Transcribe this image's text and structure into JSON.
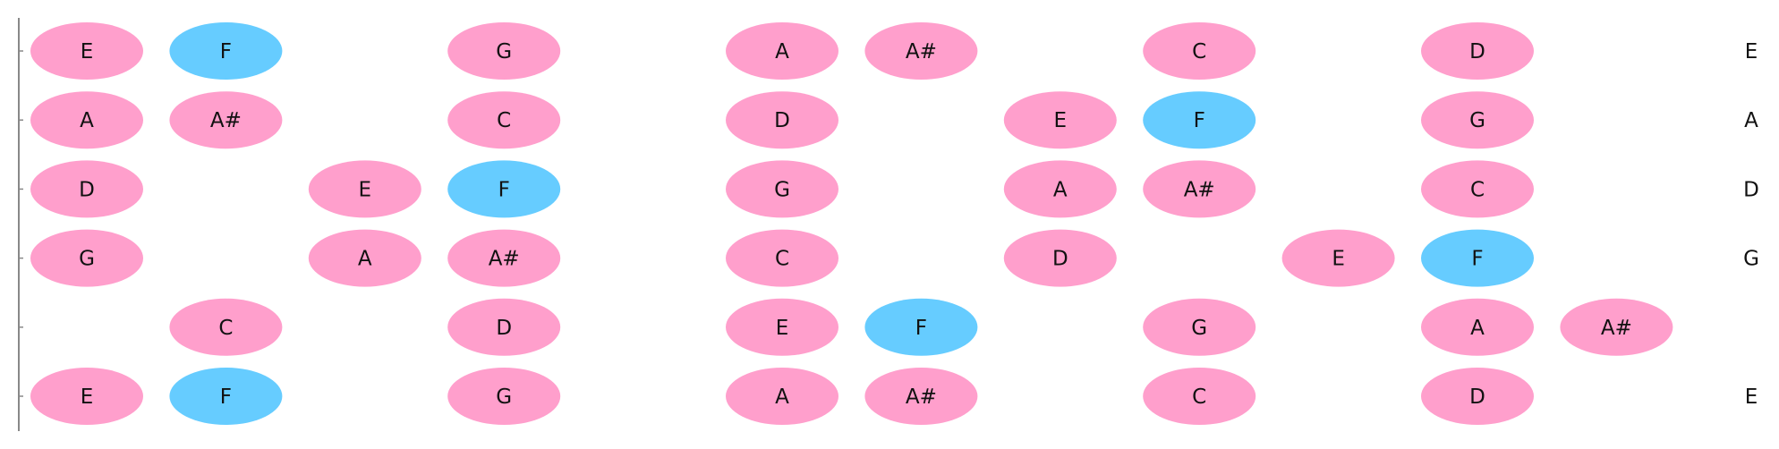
{
  "diagram": {
    "colors": {
      "note_default": "#ff9fcc",
      "note_highlight": "#66ccff",
      "nut_line": "#888888",
      "text": "#111111"
    },
    "fret_count": 12,
    "strings": [
      {
        "end_label": "E",
        "notes": [
          {
            "fret": 0,
            "label": "E",
            "highlight": false
          },
          {
            "fret": 1,
            "label": "F",
            "highlight": true
          },
          {
            "fret": 3,
            "label": "G",
            "highlight": false
          },
          {
            "fret": 5,
            "label": "A",
            "highlight": false
          },
          {
            "fret": 6,
            "label": "A#",
            "highlight": false
          },
          {
            "fret": 8,
            "label": "C",
            "highlight": false
          },
          {
            "fret": 10,
            "label": "D",
            "highlight": false
          }
        ]
      },
      {
        "end_label": "A",
        "notes": [
          {
            "fret": 0,
            "label": "A",
            "highlight": false
          },
          {
            "fret": 1,
            "label": "A#",
            "highlight": false
          },
          {
            "fret": 3,
            "label": "C",
            "highlight": false
          },
          {
            "fret": 5,
            "label": "D",
            "highlight": false
          },
          {
            "fret": 7,
            "label": "E",
            "highlight": false
          },
          {
            "fret": 8,
            "label": "F",
            "highlight": true
          },
          {
            "fret": 10,
            "label": "G",
            "highlight": false
          }
        ]
      },
      {
        "end_label": "D",
        "notes": [
          {
            "fret": 0,
            "label": "D",
            "highlight": false
          },
          {
            "fret": 2,
            "label": "E",
            "highlight": false
          },
          {
            "fret": 3,
            "label": "F",
            "highlight": true
          },
          {
            "fret": 5,
            "label": "G",
            "highlight": false
          },
          {
            "fret": 7,
            "label": "A",
            "highlight": false
          },
          {
            "fret": 8,
            "label": "A#",
            "highlight": false
          },
          {
            "fret": 10,
            "label": "C",
            "highlight": false
          }
        ]
      },
      {
        "end_label": "G",
        "notes": [
          {
            "fret": 0,
            "label": "G",
            "highlight": false
          },
          {
            "fret": 2,
            "label": "A",
            "highlight": false
          },
          {
            "fret": 3,
            "label": "A#",
            "highlight": false
          },
          {
            "fret": 5,
            "label": "C",
            "highlight": false
          },
          {
            "fret": 7,
            "label": "D",
            "highlight": false
          },
          {
            "fret": 9,
            "label": "E",
            "highlight": false
          },
          {
            "fret": 10,
            "label": "F",
            "highlight": true
          }
        ]
      },
      {
        "end_label": "",
        "notes": [
          {
            "fret": 1,
            "label": "C",
            "highlight": false
          },
          {
            "fret": 3,
            "label": "D",
            "highlight": false
          },
          {
            "fret": 5,
            "label": "E",
            "highlight": false
          },
          {
            "fret": 6,
            "label": "F",
            "highlight": true
          },
          {
            "fret": 8,
            "label": "G",
            "highlight": false
          },
          {
            "fret": 10,
            "label": "A",
            "highlight": false
          },
          {
            "fret": 11,
            "label": "A#",
            "highlight": false
          }
        ]
      },
      {
        "end_label": "E",
        "notes": [
          {
            "fret": 0,
            "label": "E",
            "highlight": false
          },
          {
            "fret": 1,
            "label": "F",
            "highlight": true
          },
          {
            "fret": 3,
            "label": "G",
            "highlight": false
          },
          {
            "fret": 5,
            "label": "A",
            "highlight": false
          },
          {
            "fret": 6,
            "label": "A#",
            "highlight": false
          },
          {
            "fret": 8,
            "label": "C",
            "highlight": false
          },
          {
            "fret": 10,
            "label": "D",
            "highlight": false
          }
        ]
      }
    ]
  }
}
